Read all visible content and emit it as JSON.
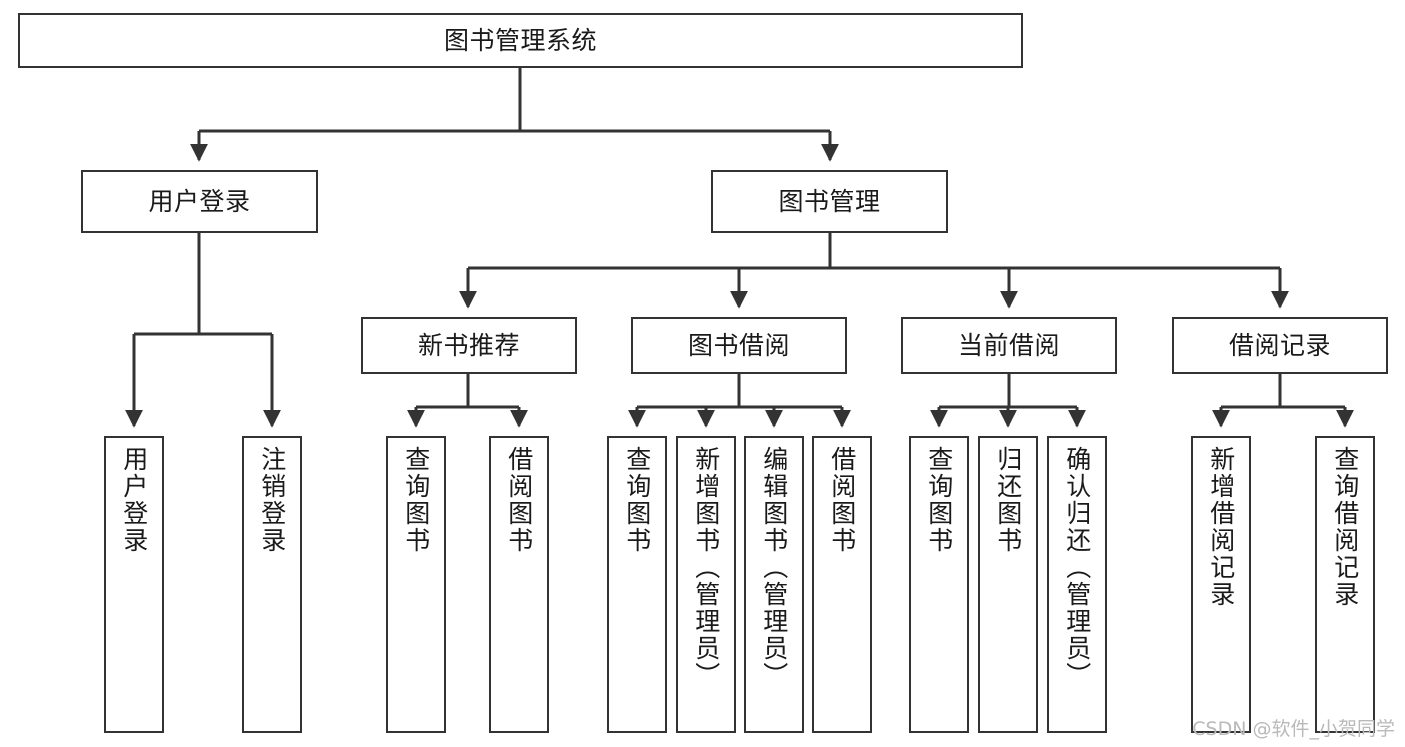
{
  "diagram": {
    "title": "图书管理系统",
    "type": "tree-hierarchy-diagram",
    "colors": {
      "stroke": "#333333",
      "fill": "#ffffff",
      "text": "#1a1a1a",
      "watermark": "#b9b9b9"
    },
    "root": {
      "label": "图书管理系统"
    },
    "level2": [
      {
        "label": "用户登录"
      },
      {
        "label": "图书管理"
      }
    ],
    "level3": [
      {
        "label": "新书推荐"
      },
      {
        "label": "图书借阅"
      },
      {
        "label": "当前借阅"
      },
      {
        "label": "借阅记录"
      }
    ],
    "leaves": {
      "user_login": [
        {
          "label": "用户登录"
        },
        {
          "label": "注销登录"
        }
      ],
      "new_book_recommend": [
        {
          "label": "查询图书"
        },
        {
          "label": "借阅图书"
        }
      ],
      "book_borrow": [
        {
          "label": "查询图书"
        },
        {
          "label": "新增图书（管理员）"
        },
        {
          "label": "编辑图书（管理员）"
        },
        {
          "label": "借阅图书"
        }
      ],
      "current_borrow": [
        {
          "label": "查询图书"
        },
        {
          "label": "归还图书"
        },
        {
          "label": "确认归还（管理员）"
        }
      ],
      "borrow_record": [
        {
          "label": "新增借阅记录"
        },
        {
          "label": "查询借阅记录"
        }
      ]
    }
  },
  "watermark": {
    "text": "CSDN @软件_小贺同学"
  }
}
